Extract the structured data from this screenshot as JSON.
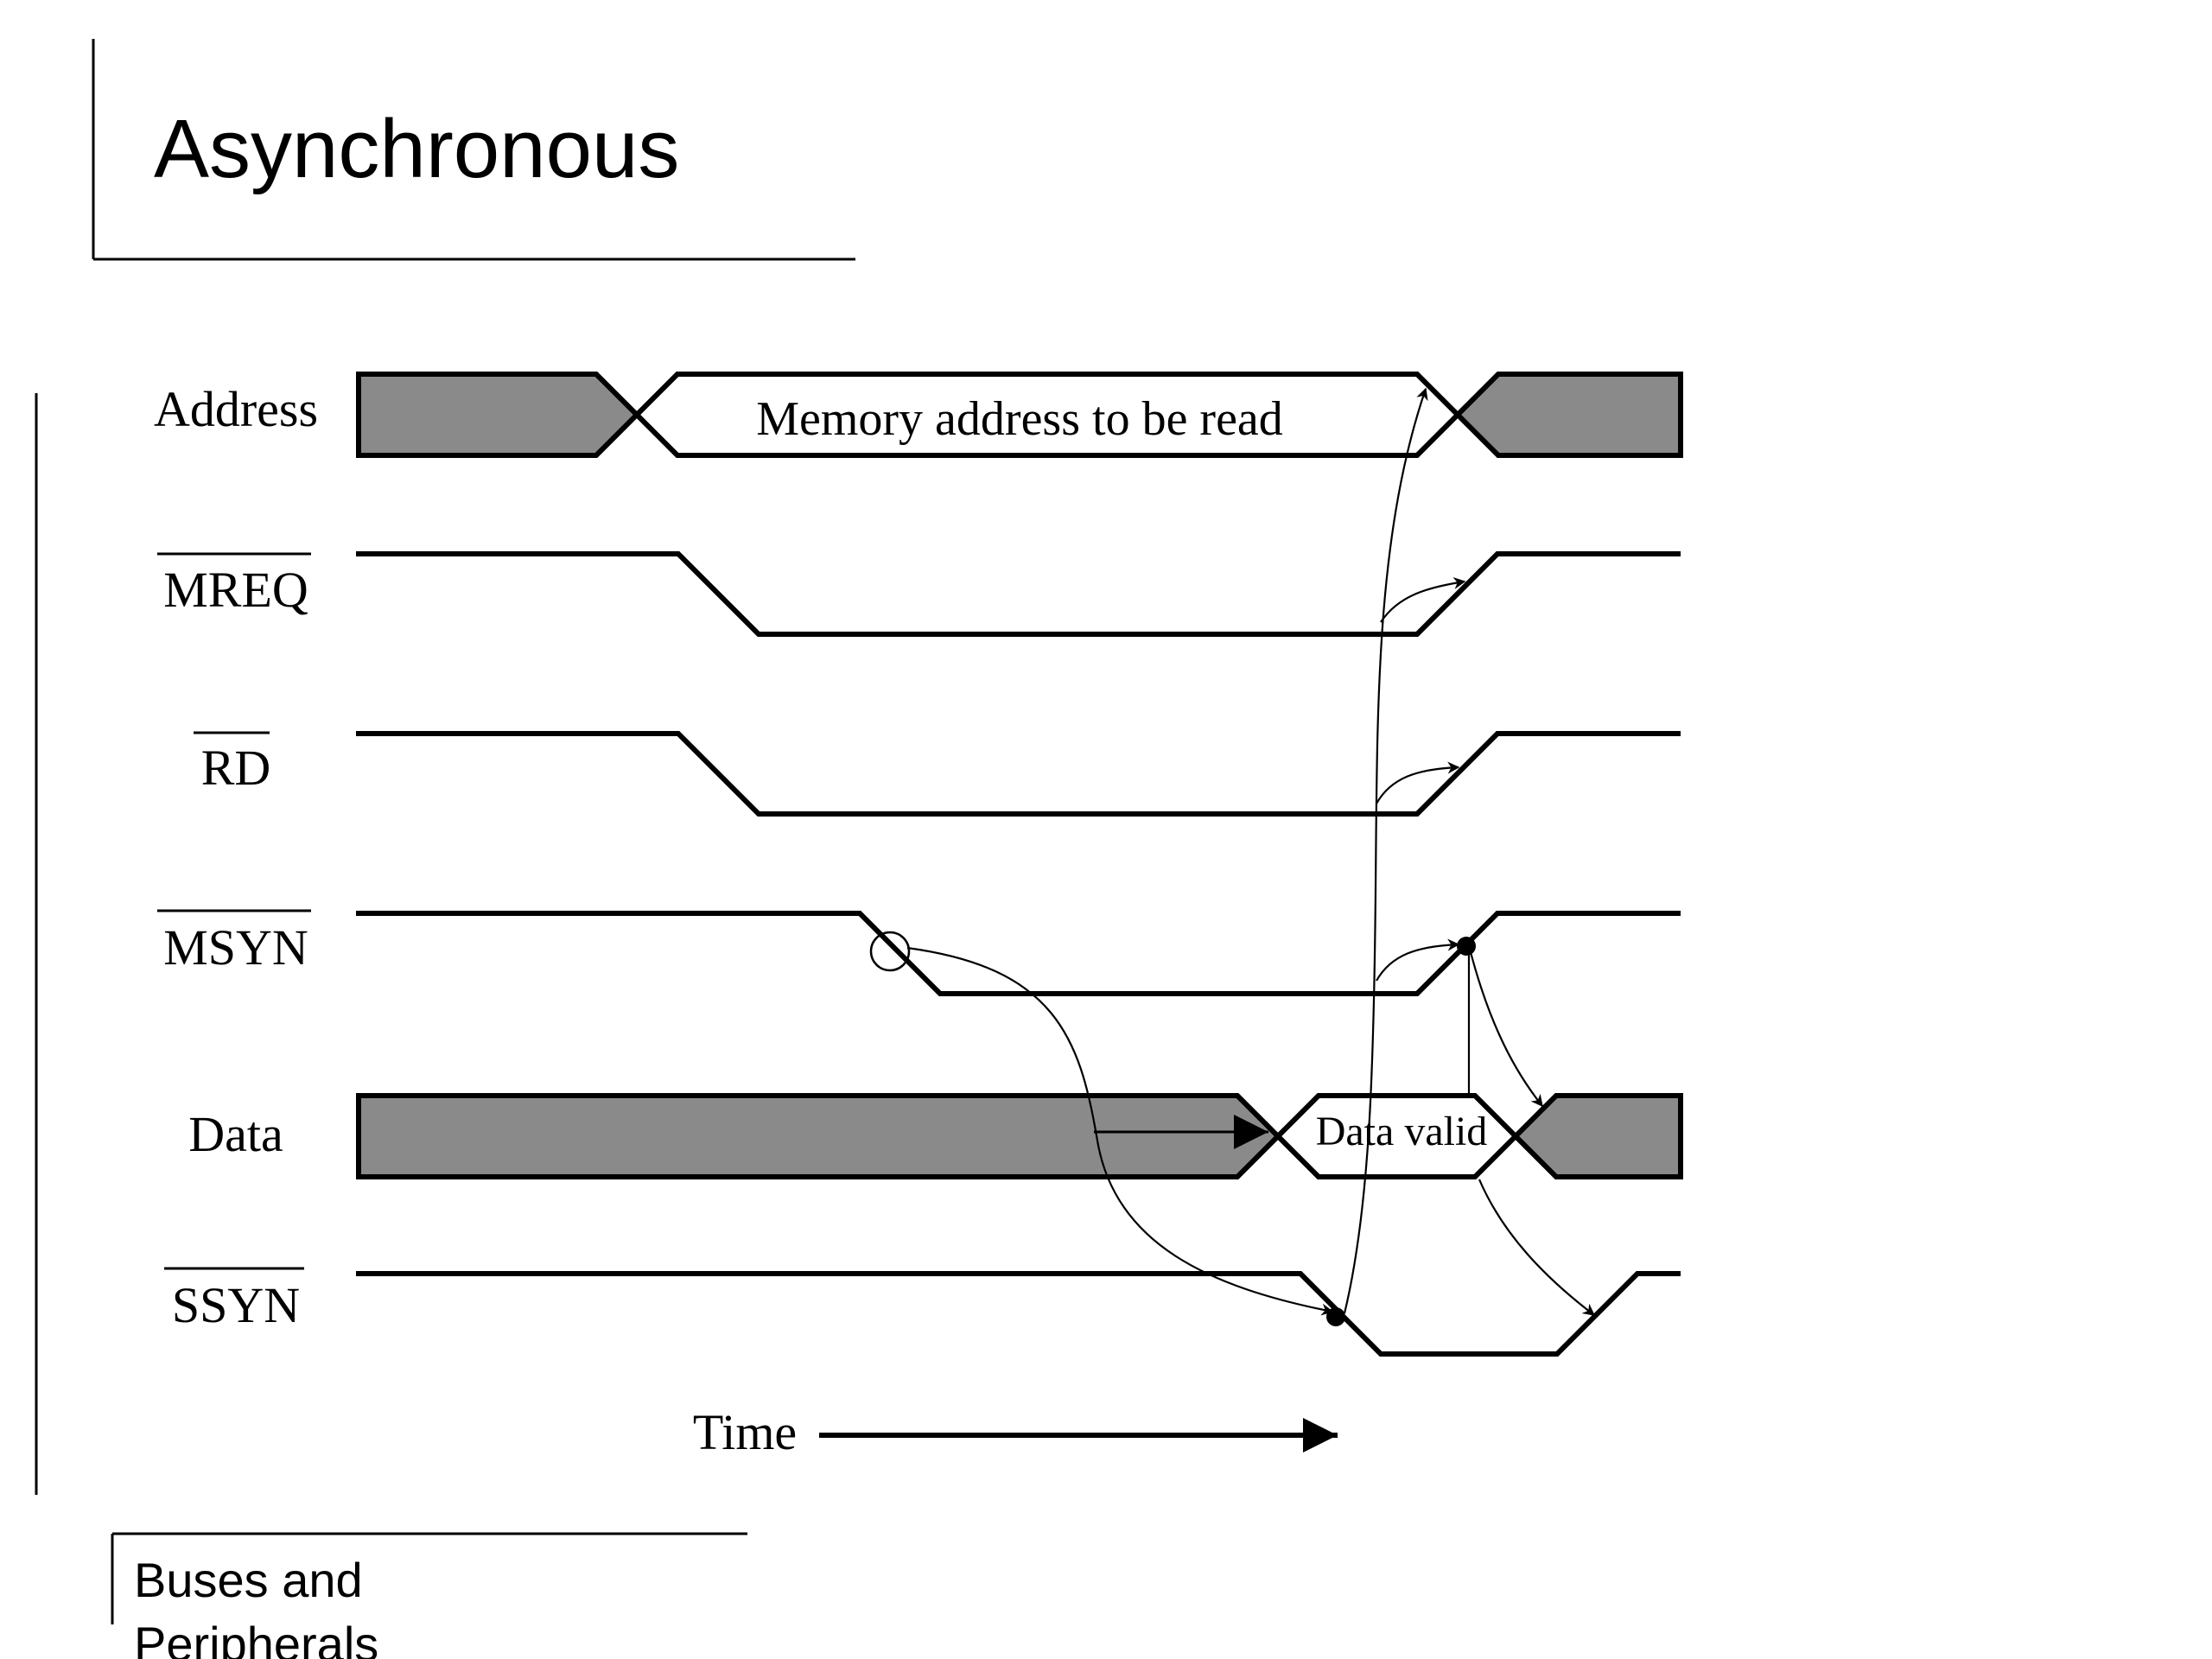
{
  "slide": {
    "title": "Asynchronous",
    "footer_line1": "Buses and",
    "footer_line2": "Peripherals"
  },
  "diagram": {
    "signals": [
      {
        "id": "address",
        "label": "Address",
        "overline": false
      },
      {
        "id": "mreq",
        "label": "MREQ",
        "overline": true
      },
      {
        "id": "rd",
        "label": "RD",
        "overline": true
      },
      {
        "id": "msyn",
        "label": "MSYN",
        "overline": true
      },
      {
        "id": "data",
        "label": "Data",
        "overline": false
      },
      {
        "id": "ssyn",
        "label": "SSYN",
        "overline": true
      }
    ],
    "address_box_label": "Memory address to be read",
    "data_box_label": "Data valid",
    "time_label": "Time"
  },
  "colors": {
    "shaded_bus": "#8a8a8a",
    "line": "#000000",
    "background": "#ffffff"
  }
}
